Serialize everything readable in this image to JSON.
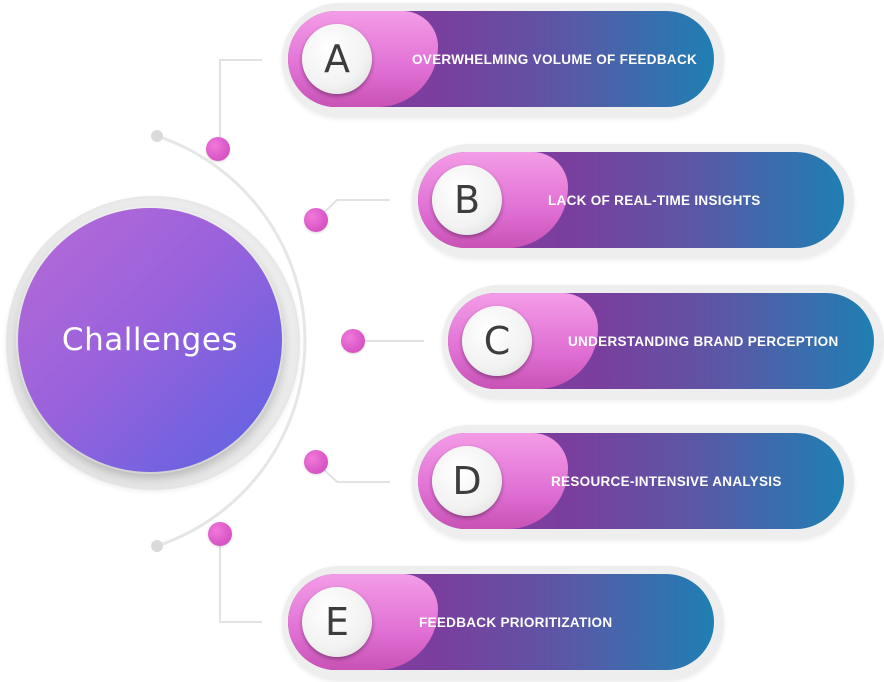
{
  "hub": {
    "label": "Challenges"
  },
  "items": [
    {
      "letter": "A",
      "text": "OVERWHELMING VOLUME OF FEEDBACK"
    },
    {
      "letter": "B",
      "text": "LACK OF REAL-TIME INSIGHTS"
    },
    {
      "letter": "C",
      "text": "UNDERSTANDING BRAND PERCEPTION"
    },
    {
      "letter": "D",
      "text": "RESOURCE-INTENSIVE ANALYSIS"
    },
    {
      "letter": "E",
      "text": "FEEDBACK PRIORITIZATION"
    }
  ],
  "colors": {
    "hub_gradient_start": "#b76ad6",
    "hub_gradient_end": "#5a63e2",
    "pill_gradient_start": "#8a3fa6",
    "pill_gradient_end": "#1f7fb3",
    "accent_pink": "#e170d5",
    "dot_pink": "#dc5aca",
    "connector_gray": "#e2e2e2"
  }
}
